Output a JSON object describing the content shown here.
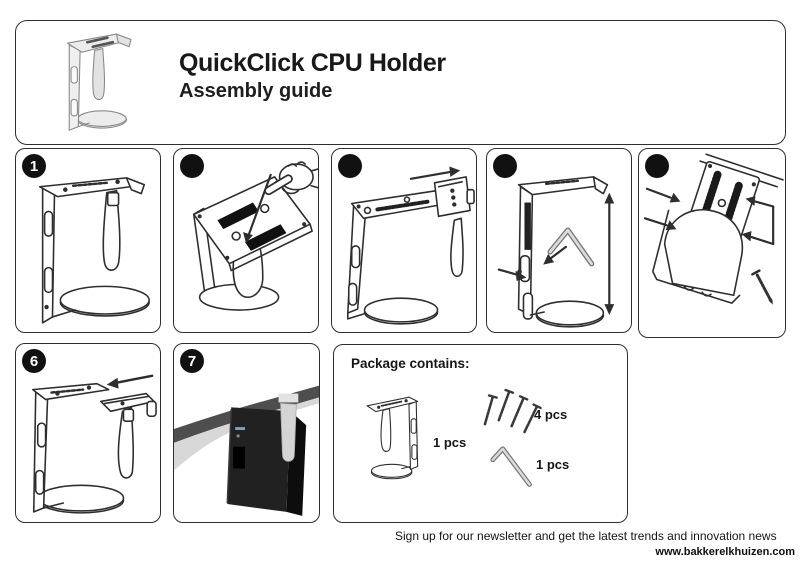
{
  "header": {
    "title": "QuickClick CPU Holder",
    "subtitle": "Assembly guide",
    "product_image": "cpu-holder-product-render"
  },
  "steps": [
    {
      "number": "1",
      "illustration": "cpu-holder-front-view"
    },
    {
      "number": "",
      "illustration": "press-mounting-plate-with-hand"
    },
    {
      "number": "",
      "illustration": "slide-bracket-off-to-right"
    },
    {
      "number": "",
      "illustration": "height-adjust-with-allen-key"
    },
    {
      "number": "",
      "illustration": "mounting-plate-screw-positions"
    },
    {
      "number": "6",
      "illustration": "slide-bracket-back-together"
    },
    {
      "number": "7",
      "illustration": "cpu-mounted-under-desk-photo"
    }
  ],
  "package": {
    "title": "Package contains:",
    "items": [
      {
        "name": "cpu-holder",
        "qty": "1 pcs"
      },
      {
        "name": "screws",
        "qty": "4 pcs"
      },
      {
        "name": "allen-key",
        "qty": "1 pcs"
      }
    ]
  },
  "footer": {
    "newsletter": "Sign up for our newsletter and get the latest trends and innovation news",
    "website": "www.bakkerelkhuizen.com"
  },
  "colors": {
    "line": "#2e2e2e",
    "badge": "#111111",
    "desk_dark": "#4e4e4e",
    "desk_light": "#d8d8d8",
    "tower": "#212121"
  }
}
